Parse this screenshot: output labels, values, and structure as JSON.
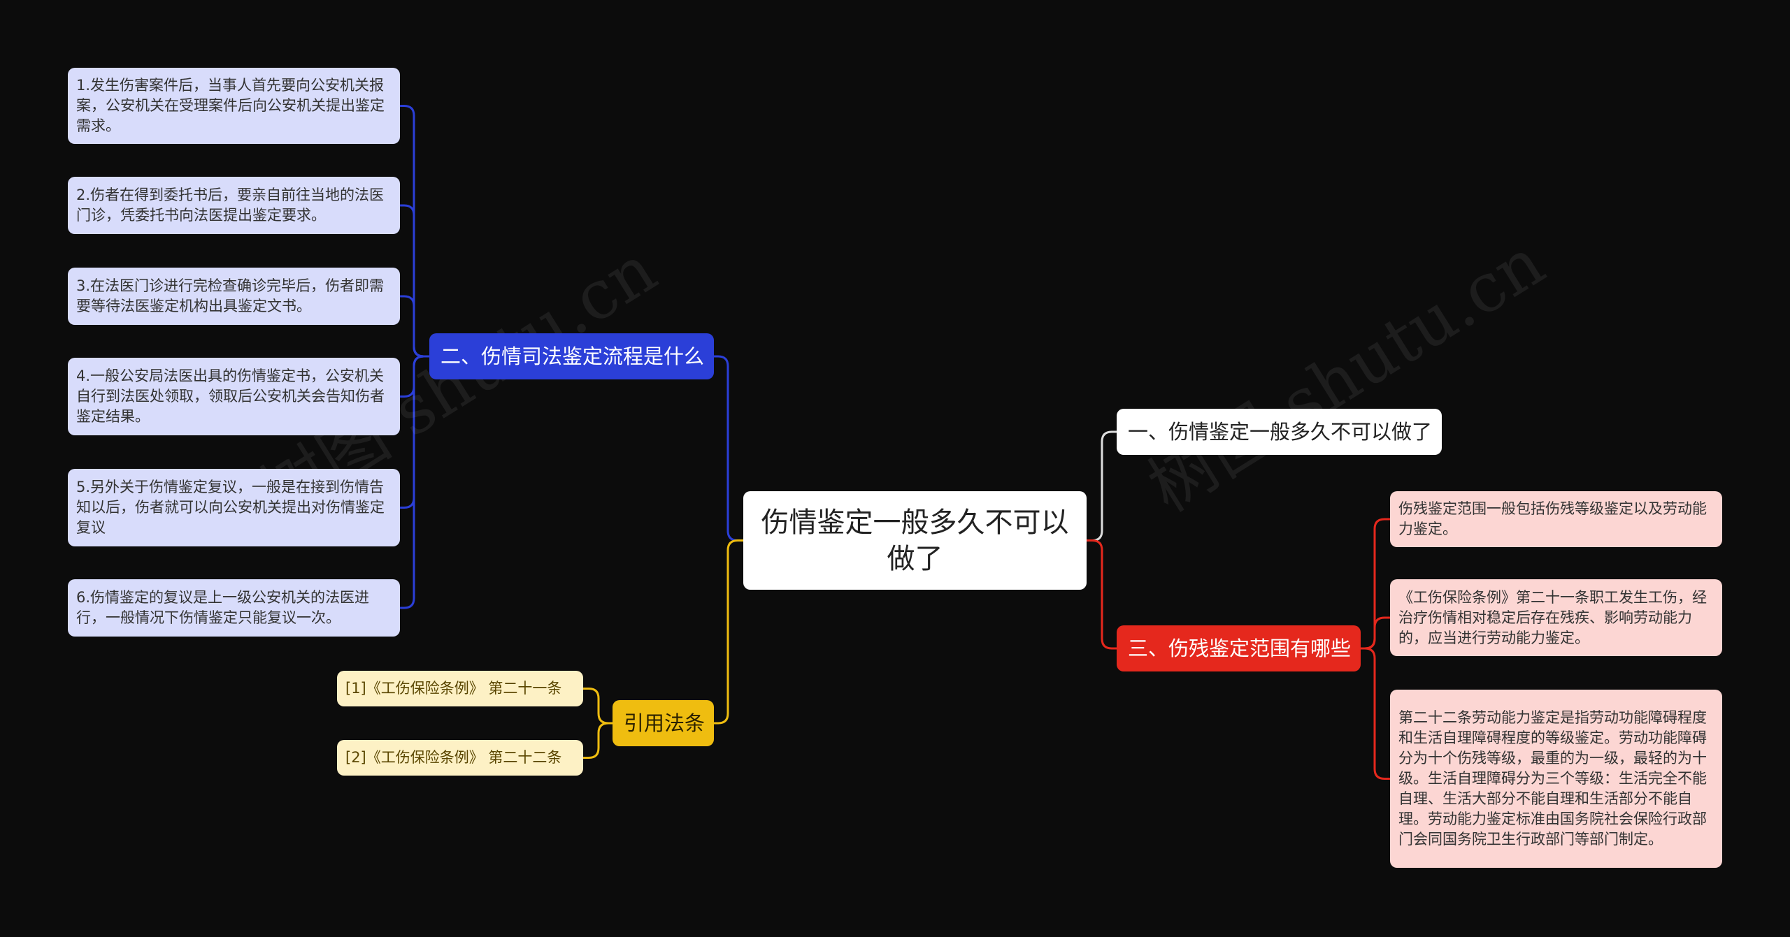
{
  "root": {
    "label": "伤情鉴定一般多久不可以做了"
  },
  "branches": {
    "one": {
      "label": "一、伤情鉴定一般多久不可以做了"
    },
    "two": {
      "label": "二、伤情司法鉴定流程是什么",
      "items": [
        "1.发生伤害案件后，当事人首先要向公安机关报案，公安机关在受理案件后向公安机关提出鉴定需求。",
        "2.伤者在得到委托书后，要亲自前往当地的法医门诊，凭委托书向法医提出鉴定要求。",
        "3.在法医门诊进行完检查确诊完毕后，伤者即需要等待法医鉴定机构出具鉴定文书。",
        "4.一般公安局法医出具的伤情鉴定书，公安机关自行到法医处领取，领取后公安机关会告知伤者鉴定结果。",
        "5.另外关于伤情鉴定复议，一般是在接到伤情告知以后，伤者就可以向公安机关提出对伤情鉴定复议",
        "6.伤情鉴定的复议是上一级公安机关的法医进行，一般情况下伤情鉴定只能复议一次。"
      ]
    },
    "three": {
      "label": "三、伤残鉴定范围有哪些",
      "items": [
        "伤残鉴定范围一般包括伤残等级鉴定以及劳动能力鉴定。",
        "《工伤保险条例》第二十一条职工发生工伤，经治疗伤情相对稳定后存在残疾、影响劳动能力的，应当进行劳动能力鉴定。",
        "第二十二条劳动能力鉴定是指劳动功能障碍程度和生活自理障碍程度的等级鉴定。劳动功能障碍分为十个伤残等级，最重的为一级，最轻的为十级。生活自理障碍分为三个等级：生活完全不能自理、生活大部分不能自理和生活部分不能自理。劳动能力鉴定标准由国务院社会保险行政部门会同国务院卫生行政部门等部门制定。"
      ]
    },
    "law": {
      "label": "引用法条",
      "items": [
        "[1]《工伤保险条例》 第二十一条",
        "[2]《工伤保险条例》 第二十二条"
      ]
    }
  },
  "colors": {
    "background": "#0c0c0c",
    "blue": "#2b3fd8",
    "red": "#e5281d",
    "yellow": "#efbd10",
    "white": "#ffffff"
  },
  "watermark": "树图 shutu.cn"
}
